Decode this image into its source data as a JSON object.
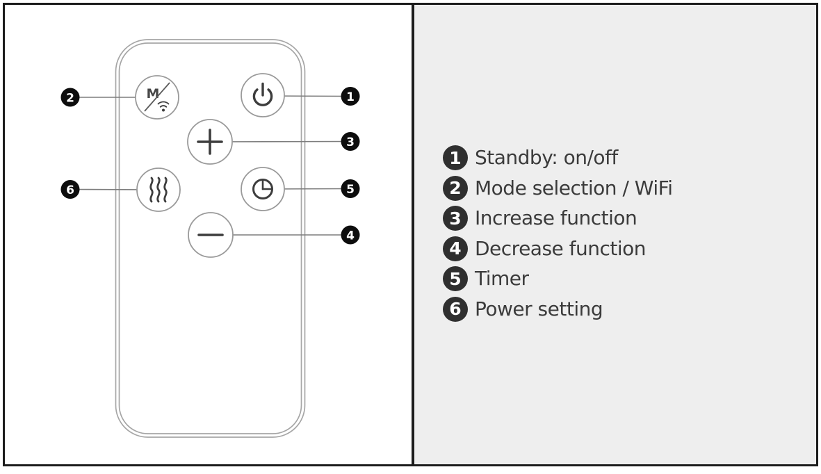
{
  "legend": {
    "items": [
      {
        "num": "1",
        "text": "Standby: on/off"
      },
      {
        "num": "2",
        "text": "Mode selection / WiFi"
      },
      {
        "num": "3",
        "text": "Increase function"
      },
      {
        "num": "4",
        "text": "Decrease function"
      },
      {
        "num": "5",
        "text": "Timer"
      },
      {
        "num": "6",
        "text": "Power setting"
      }
    ]
  },
  "remote": {
    "mode_letter": "M",
    "callouts": [
      "1",
      "2",
      "3",
      "4",
      "5",
      "6"
    ],
    "button_icons": [
      "power-icon",
      "mode-wifi-icon",
      "plus-icon",
      "minus-icon",
      "timer-clock-icon",
      "heat-waves-icon"
    ]
  },
  "colors": {
    "panel_bg": "#eeeeee",
    "frame_border": "#1c1c1c",
    "callout_dot": "#0d0d0d",
    "legend_badge": "#2f2f2f",
    "legend_text": "#3b3b3b",
    "remote_outline": "#a6a6a6",
    "button_outline": "#9a9a9a",
    "icon_stroke": "#3d3d3d"
  }
}
